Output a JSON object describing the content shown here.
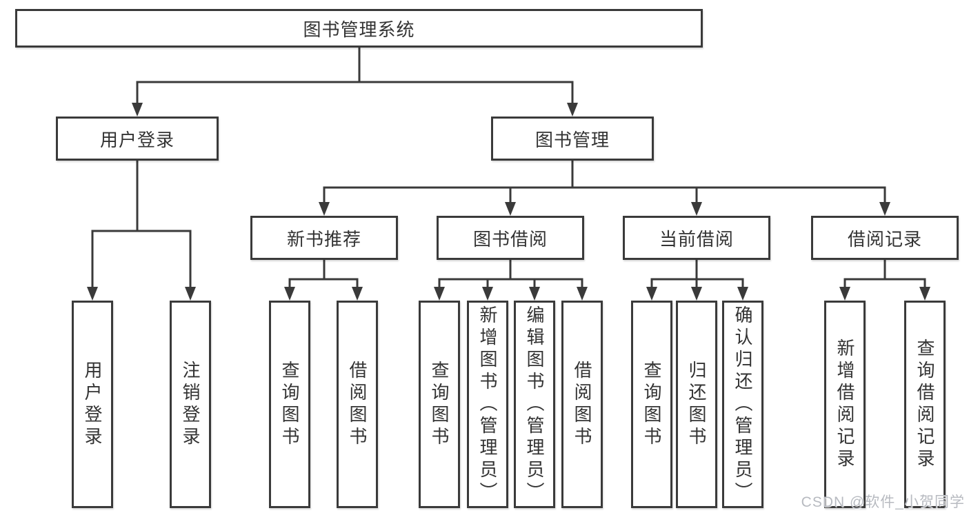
{
  "diagram": {
    "root": {
      "label": "图书管理系统"
    },
    "branches": [
      {
        "label": "用户登录",
        "children": [
          {
            "label": "用户登录"
          },
          {
            "label": "注销登录"
          }
        ]
      },
      {
        "label": "图书管理",
        "children": [
          {
            "label": "新书推荐",
            "children": [
              {
                "label": "查询图书"
              },
              {
                "label": "借阅图书"
              }
            ]
          },
          {
            "label": "图书借阅",
            "children": [
              {
                "label": "查询图书"
              },
              {
                "label": "新增图书（管理员）"
              },
              {
                "label": "编辑图书（管理员）"
              },
              {
                "label": "借阅图书"
              }
            ]
          },
          {
            "label": "当前借阅",
            "children": [
              {
                "label": "查询图书"
              },
              {
                "label": "归还图书"
              },
              {
                "label": "确认归还（管理员）"
              }
            ]
          },
          {
            "label": "借阅记录",
            "children": [
              {
                "label": "新增借阅记录"
              },
              {
                "label": "查询借阅记录"
              }
            ]
          }
        ]
      }
    ],
    "watermark": "CSDN @软件_小贺同学"
  },
  "colors": {
    "line": "#3a3a3a",
    "text": "#333333",
    "background": "#ffffff",
    "watermark": "#b7bac0"
  }
}
